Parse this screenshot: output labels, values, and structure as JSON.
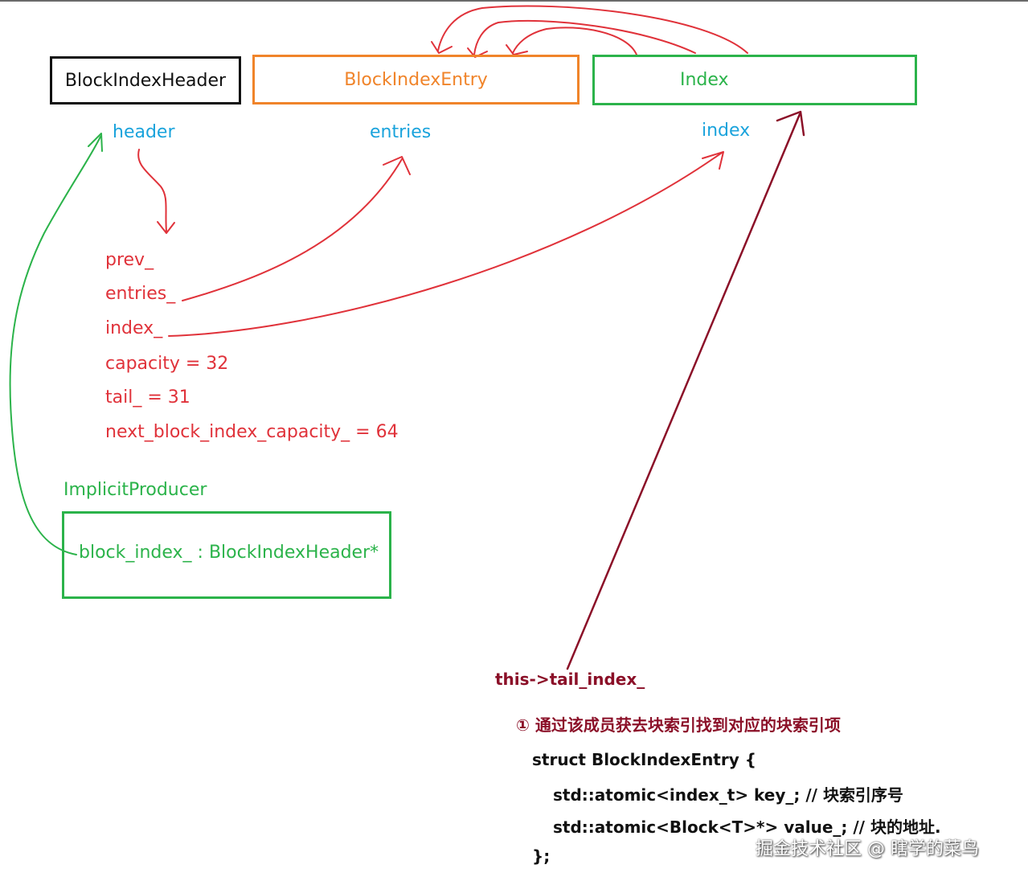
{
  "boxes": {
    "header_struct": "BlockIndexHeader",
    "entry_struct": "BlockIndexEntry",
    "index_struct": "Index"
  },
  "labels": {
    "header": "header",
    "entries": "entries",
    "index": "index"
  },
  "header_fields": [
    "prev_",
    "entries_",
    "index_",
    "capacity  =  32",
    "tail_ = 31",
    "next_block_index_capacity_  = 64"
  ],
  "producer": {
    "title": "ImplicitProducer",
    "member": "block_index_ : BlockIndexHeader*"
  },
  "annotation": {
    "pointer": "this->tail_index_",
    "note": "① 通过该成员获去块索引找到对应的块索引项",
    "code": [
      "struct BlockIndexEntry {",
      "std::atomic<index_t> key_;      // 块索引序号",
      "std::atomic<Block<T>*> value_;  // 块的地址.",
      "};"
    ]
  },
  "watermark": "掘金技术社区 @ 瞎学的菜鸟",
  "colors": {
    "header_box": "#111111",
    "entry_box": "#f0842a",
    "index_box": "#2bb34a",
    "field_text": "#e0323a",
    "label_text": "#1aa3dc",
    "producer": "#2bb34a",
    "annotation": "#8b1028"
  }
}
